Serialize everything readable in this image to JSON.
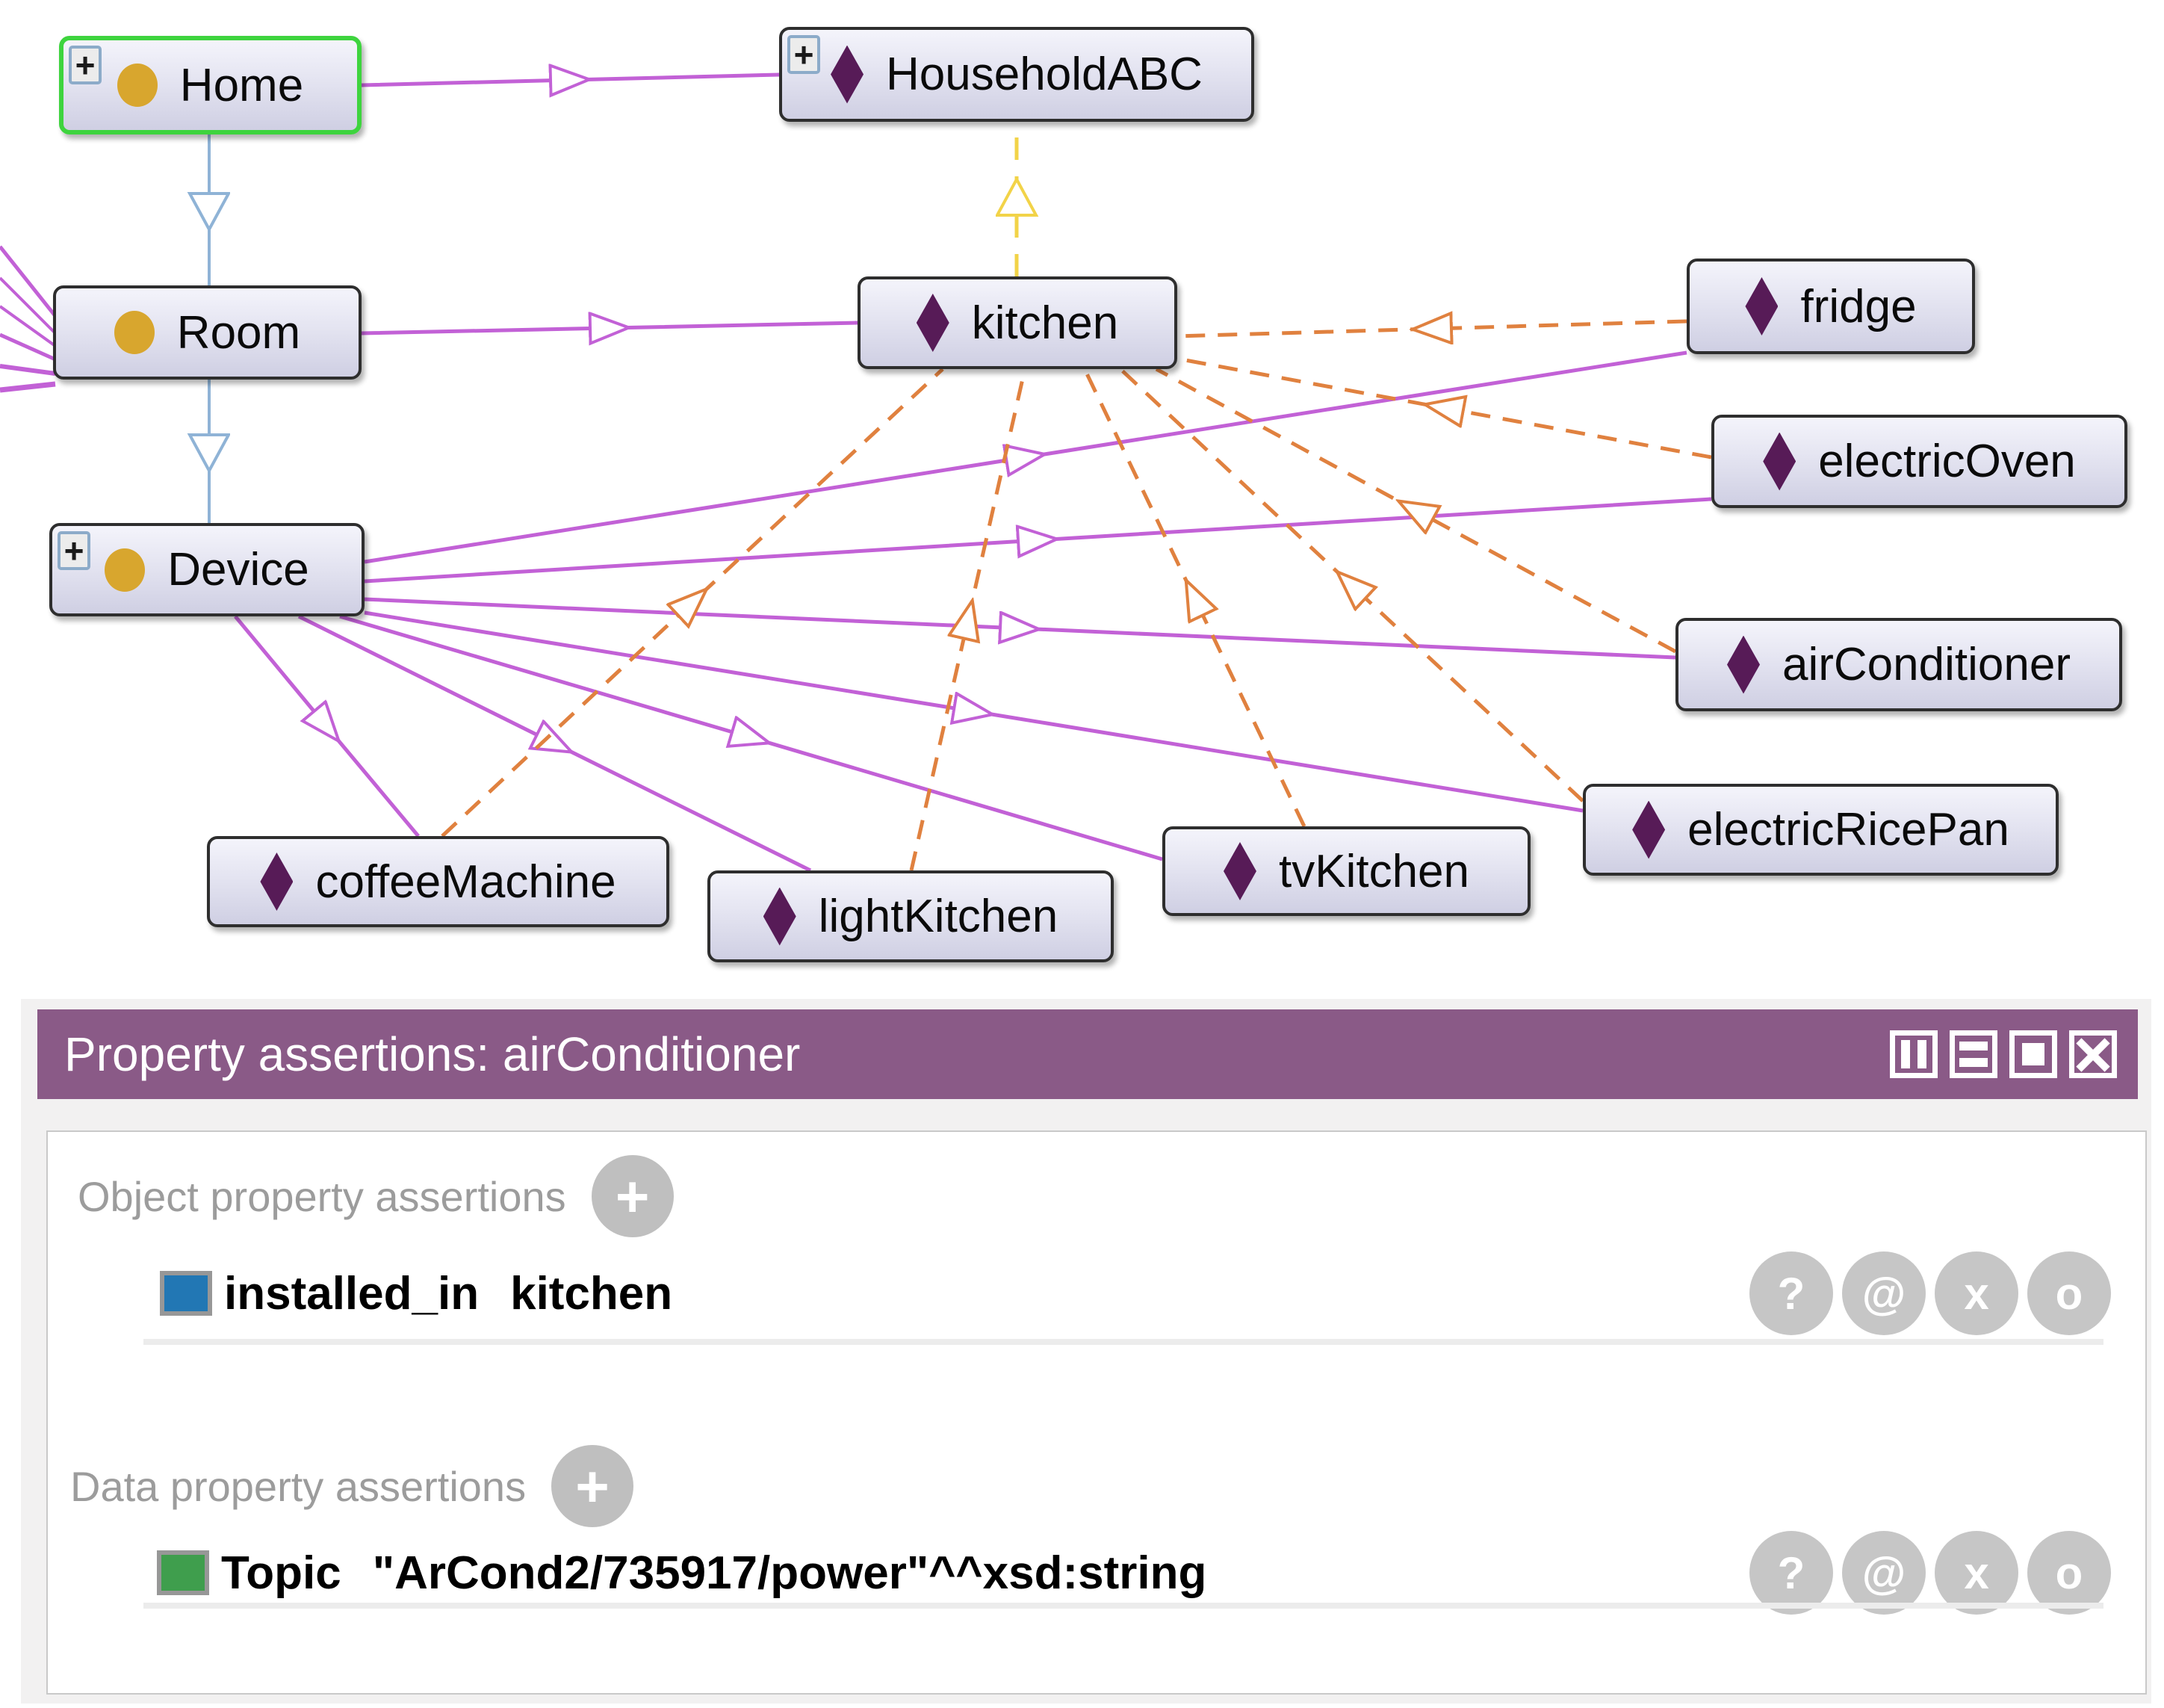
{
  "graph": {
    "expand_glyph": "+",
    "nodes": [
      {
        "id": "home",
        "label": "Home",
        "kind": "class",
        "selected": true,
        "expandable": true
      },
      {
        "id": "householdABC",
        "label": "HouseholdABC",
        "kind": "individual",
        "expandable": true
      },
      {
        "id": "room",
        "label": "Room",
        "kind": "class",
        "expandable": false
      },
      {
        "id": "kitchen",
        "label": "kitchen",
        "kind": "individual",
        "expandable": false
      },
      {
        "id": "fridge",
        "label": "fridge",
        "kind": "individual",
        "expandable": false
      },
      {
        "id": "electricOven",
        "label": "electricOven",
        "kind": "individual",
        "expandable": false
      },
      {
        "id": "device",
        "label": "Device",
        "kind": "class",
        "expandable": true
      },
      {
        "id": "airConditioner",
        "label": "airConditioner",
        "kind": "individual",
        "expandable": false
      },
      {
        "id": "electricRicePan",
        "label": "electricRicePan",
        "kind": "individual",
        "expandable": false
      },
      {
        "id": "tvKitchen",
        "label": "tvKitchen",
        "kind": "individual",
        "expandable": false
      },
      {
        "id": "coffeeMachine",
        "label": "coffeeMachine",
        "kind": "individual",
        "expandable": false
      },
      {
        "id": "lightKitchen",
        "label": "lightKitchen",
        "kind": "individual",
        "expandable": false
      }
    ],
    "edges": [
      {
        "from": "Home",
        "to": "HouseholdABC",
        "style": "solid-purple-arrow"
      },
      {
        "from": "Home",
        "to": "Room",
        "style": "solid-blue-arrow"
      },
      {
        "from": "Room",
        "to": "Device",
        "style": "solid-blue-arrow"
      },
      {
        "from": "Room",
        "to": "kitchen",
        "style": "solid-purple-arrow"
      },
      {
        "from": "kitchen",
        "to": "HouseholdABC",
        "style": "dashed-yellow-arrow"
      },
      {
        "from": "Device",
        "to": "fridge",
        "style": "solid-purple-arrow"
      },
      {
        "from": "Device",
        "to": "electricOven",
        "style": "solid-purple-arrow"
      },
      {
        "from": "Device",
        "to": "airConditioner",
        "style": "solid-purple-arrow"
      },
      {
        "from": "Device",
        "to": "electricRicePan",
        "style": "solid-purple-arrow"
      },
      {
        "from": "Device",
        "to": "tvKitchen",
        "style": "solid-purple-arrow"
      },
      {
        "from": "Device",
        "to": "lightKitchen",
        "style": "solid-purple-arrow"
      },
      {
        "from": "Device",
        "to": "coffeeMachine",
        "style": "solid-purple-arrow"
      },
      {
        "from": "fridge",
        "to": "kitchen",
        "style": "dashed-orange-arrow"
      },
      {
        "from": "electricOven",
        "to": "kitchen",
        "style": "dashed-orange-arrow"
      },
      {
        "from": "airConditioner",
        "to": "kitchen",
        "style": "dashed-orange-arrow"
      },
      {
        "from": "electricRicePan",
        "to": "kitchen",
        "style": "dashed-orange-arrow"
      },
      {
        "from": "tvKitchen",
        "to": "kitchen",
        "style": "dashed-orange-arrow"
      },
      {
        "from": "lightKitchen",
        "to": "kitchen",
        "style": "dashed-orange-arrow"
      },
      {
        "from": "coffeeMachine",
        "to": "kitchen",
        "style": "dashed-orange-arrow"
      }
    ],
    "colors": {
      "purple_edge": "#c261d6",
      "blue_edge": "#8fb3d6",
      "yellow_edge": "#f2d348",
      "orange_edge": "#e0813f",
      "class_icon": "#d8a62e",
      "individual_icon": "#571b57",
      "selected_border": "#3ed43e"
    }
  },
  "panel": {
    "title": "Property assertions: airConditioner",
    "header_bg": "#8a5a87",
    "add_glyph": "+",
    "object_section_label": "Object property assertions",
    "data_section_label": "Data property assertions",
    "object_assertions": [
      {
        "property": "installed_in",
        "value": "kitchen",
        "swatch_color": "#2277b4"
      }
    ],
    "data_assertions": [
      {
        "property": "Topic",
        "value": "\"ArCond2/735917/power\"^^xsd:string",
        "swatch_color": "#3f9e4d"
      }
    ],
    "row_icon_glyphs": [
      "?",
      "@",
      "x",
      "o"
    ]
  }
}
